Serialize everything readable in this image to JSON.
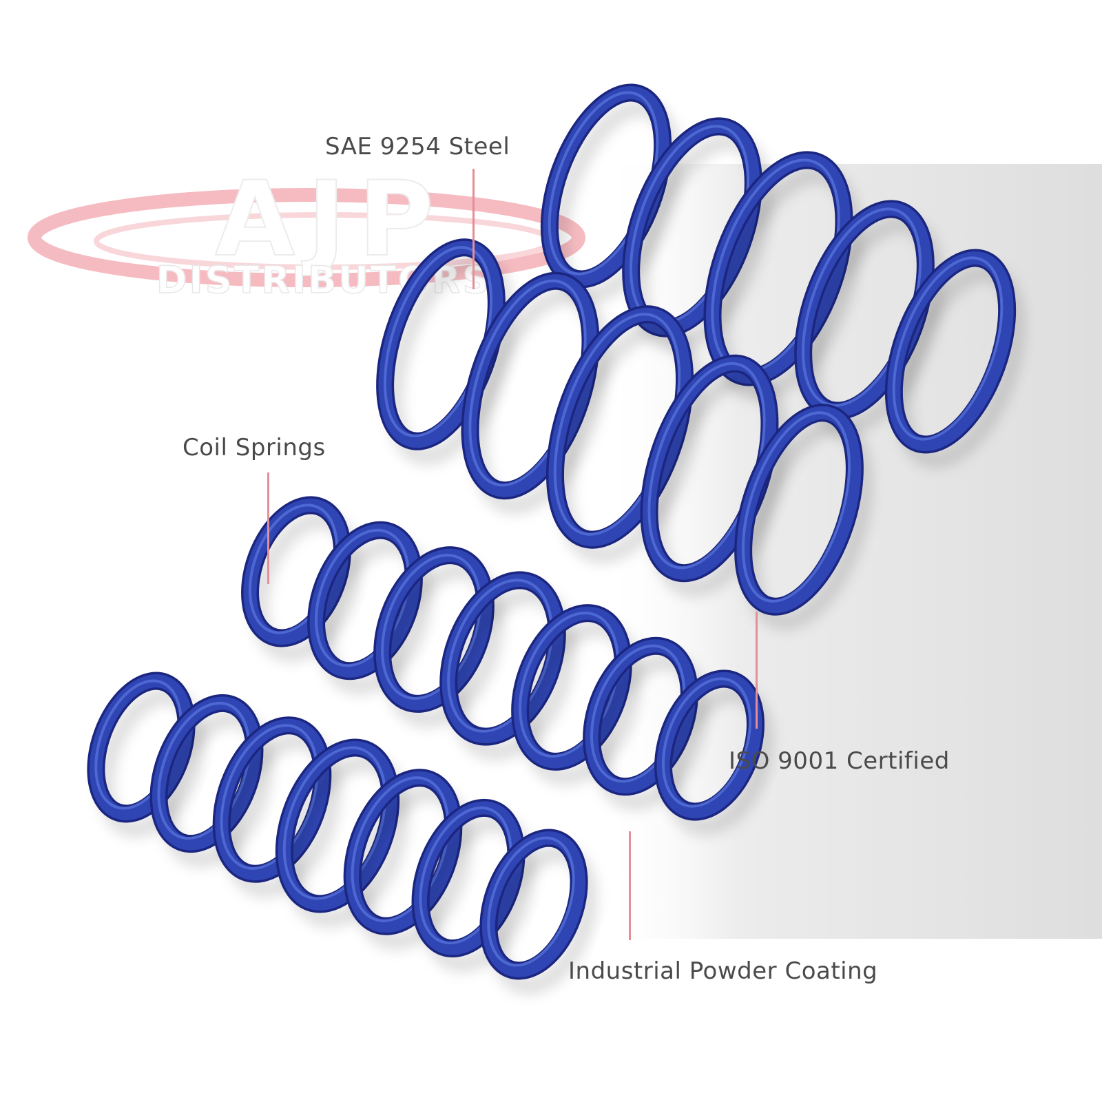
{
  "logo": {
    "wordmark": "AJP",
    "subtitle": "DISTRIBUTORS",
    "swoosh_color": "#f4b4bb"
  },
  "labels": {
    "steel": "SAE 9254 Steel",
    "coil": "Coil Springs",
    "iso": "ISO 9001 Certified",
    "coating": "Industrial Powder Coating"
  },
  "colors": {
    "spring": "#2f45b3",
    "spring_dark": "#1b2680",
    "spring_light": "#5a78e0",
    "label_text": "#4a4a4a",
    "leader_line": "#e48e98",
    "backdrop": "#e3e3e3"
  }
}
